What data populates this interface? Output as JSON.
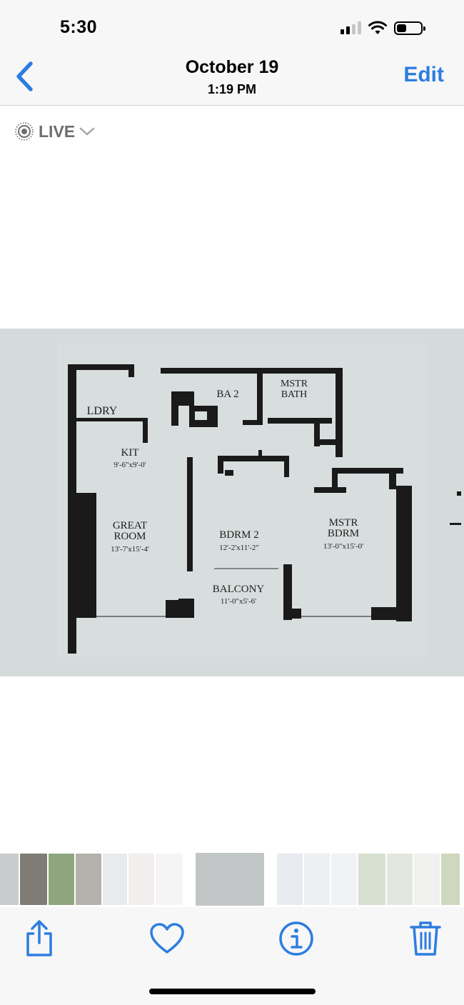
{
  "status_bar": {
    "time": "5:30"
  },
  "nav": {
    "title": "October 19",
    "subtitle": "1:19 PM",
    "edit_label": "Edit"
  },
  "live": {
    "label": "LIVE"
  },
  "floorplan": {
    "rooms": {
      "ldry": "LDRY",
      "kit": "KIT",
      "kit_dim": "9'-6\"x9'-0'",
      "great_1": "GREAT",
      "great_2": "ROOM",
      "great_dim": "13'-7'x15'-4'",
      "ba2": "BA 2",
      "mstr_bath_1": "MSTR",
      "mstr_bath_2": "BATH",
      "bdrm2": "BDRM 2",
      "bdrm2_dim": "12'-2'x11'-2\"",
      "balcony": "BALCONY",
      "balcony_dim": "11'-0\"x5'-6'",
      "mstr_bdrm_1": "MSTR",
      "mstr_bdrm_2": "BDRM",
      "mstr_bdrm_dim": "13'-0\"x15'-0'"
    }
  },
  "icons": {
    "back": "chevron-left-icon",
    "live": "live-photo-icon",
    "share": "share-icon",
    "favorite": "heart-icon",
    "info": "info-icon",
    "delete": "trash-icon"
  },
  "colors": {
    "accent": "#2d7de0",
    "bar_bg": "#f7f7f7",
    "live_gray": "#6e6e6e"
  },
  "thumbnails": [
    {
      "color": "#c9cccd",
      "width": 26
    },
    {
      "color": "#7f7c76",
      "width": 38
    },
    {
      "color": "#8fa67d",
      "width": 36
    },
    {
      "color": "#b4b1ab",
      "width": 36
    },
    {
      "color": "#e9eaed",
      "width": 34
    },
    {
      "color": "#f2eeee",
      "width": 36
    },
    {
      "color": "#f5f5f5",
      "width": 38
    },
    {
      "color": "#c3c6c6",
      "width": 96,
      "active": true
    },
    {
      "color": "#e8ebef",
      "width": 36
    },
    {
      "color": "#eeeff1",
      "width": 36
    },
    {
      "color": "#f1f2f3",
      "width": 36
    },
    {
      "color": "#d7dfcf",
      "width": 38
    },
    {
      "color": "#e2e8df",
      "width": 36
    },
    {
      "color": "#f0f1ee",
      "width": 36
    },
    {
      "color": "#cfd7bd",
      "width": 26
    }
  ]
}
